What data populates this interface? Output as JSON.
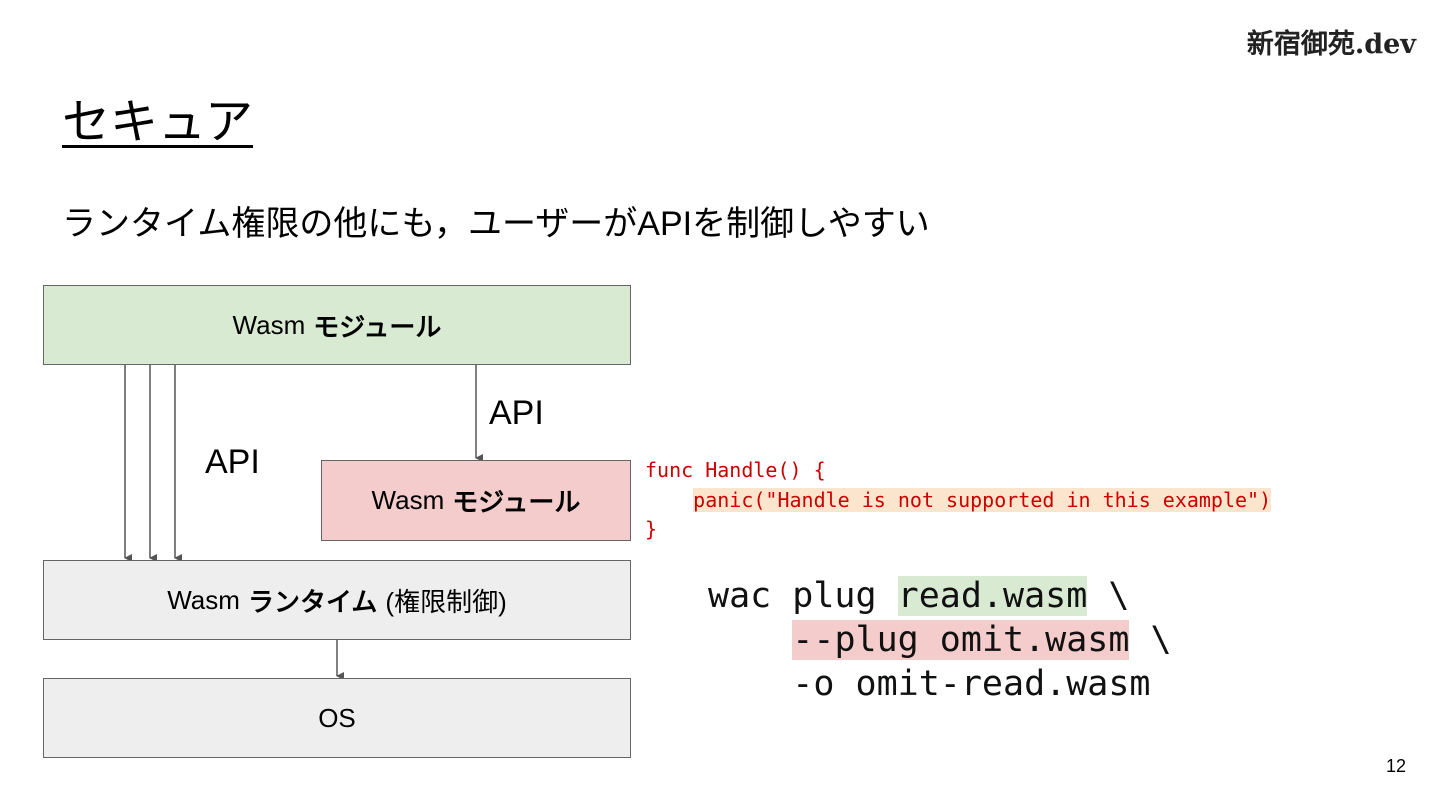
{
  "brand": "新宿御苑.dev",
  "title": "セキュア",
  "subtitle": "ランタイム権限の他にも，ユーザーがAPIを制御しやすい",
  "diagram": {
    "module_top": {
      "prefix": "Wasm",
      "strong": "モジュール"
    },
    "module_mid": {
      "prefix": "Wasm",
      "strong": "モジュール"
    },
    "runtime": {
      "prefix": "Wasm",
      "strong": "ランタイム",
      "paren": "(権限制御)"
    },
    "os": "OS",
    "api_left": "API",
    "api_right": "API"
  },
  "code": {
    "line1": "func Handle() {",
    "line2_indent": "    ",
    "line2": "panic(\"Handle is not supported in this example\")",
    "line3": "}"
  },
  "command": {
    "l1_a": "wac plug ",
    "l1_b": "read.wasm",
    "l1_c": " \\",
    "l2_indent": "    ",
    "l2_b": "--plug omit.wasm",
    "l2_c": " \\",
    "l3": "    -o omit-read.wasm"
  },
  "colors": {
    "green_box": "#d9ead3",
    "pink_box": "#f4cccc",
    "gray_box": "#eeeeee",
    "code_red": "#cc0000",
    "code_highlight": "#fce5cd"
  },
  "page_number": "12"
}
